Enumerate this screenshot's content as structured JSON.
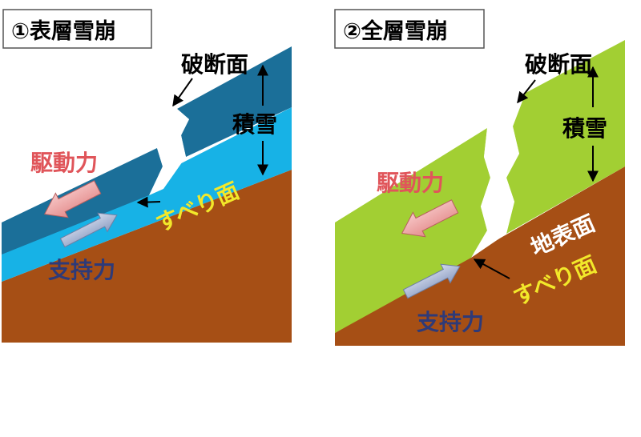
{
  "panels": [
    {
      "title": "①表層雪崩",
      "labels": {
        "fracture_surface": "破断面",
        "snowpack": "積雪",
        "driving_force": "駆動力",
        "sliding_surface": "すべり面",
        "supporting_force": "支持力"
      }
    },
    {
      "title": "②全層雪崩",
      "labels": {
        "fracture_surface": "破断面",
        "snowpack": "積雪",
        "driving_force": "駆動力",
        "ground_surface": "地表面",
        "sliding_surface": "すべり面",
        "supporting_force": "支持力"
      }
    }
  ],
  "colors": {
    "ground": "#a64f15",
    "slab_surface": "#1b6f99",
    "weak_layer": "#17b2e6",
    "full_depth_snow": "#a2cf33",
    "driving_arrow": "#f0a8a8",
    "supporting_arrow": "#a0b0d0",
    "driving_text": "#e0555a",
    "supporting_text": "#2e3a78",
    "sliding_text": "#f2e82a"
  }
}
